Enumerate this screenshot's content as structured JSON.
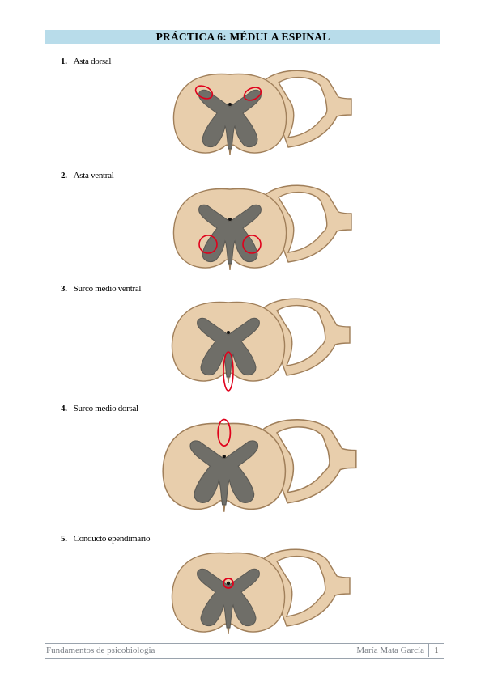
{
  "title": "PRÁCTICA 6: MÉDULA ESPINAL",
  "items": [
    {
      "number": "1.",
      "label": "Asta dorsal"
    },
    {
      "number": "2.",
      "label": "Asta ventral"
    },
    {
      "number": "3.",
      "label": "Surco medio ventral"
    },
    {
      "number": "4.",
      "label": "Surco medio dorsal"
    },
    {
      "number": "5.",
      "label": "Conducto ependimario"
    }
  ],
  "footer": {
    "course": "Fundamentos de psicobiologia",
    "author": "María Mata García",
    "page": "1"
  },
  "colors": {
    "title_band": "#b8dcea",
    "white_matter": "#e8ceac",
    "grey_matter": "#6f6e68",
    "highlight": "#e0001b"
  }
}
